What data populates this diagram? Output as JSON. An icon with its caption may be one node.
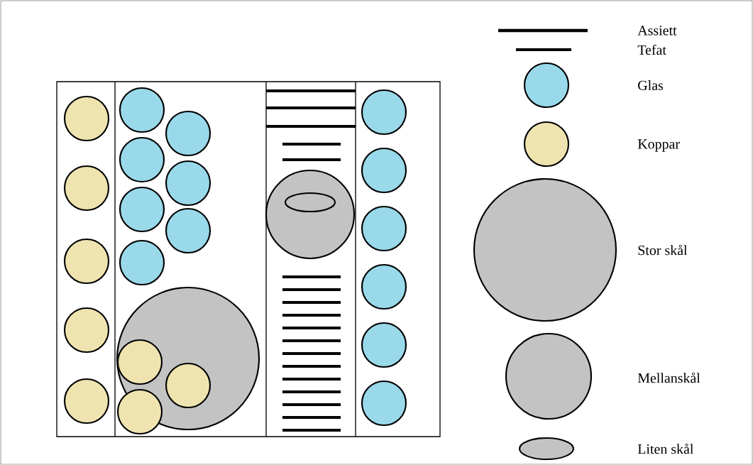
{
  "diagram": {
    "legend": [
      {
        "text": "Assiett"
      },
      {
        "text": "Tefat"
      },
      {
        "text": "Glas"
      },
      {
        "text": "Koppar"
      },
      {
        "text": "Stor skål"
      },
      {
        "text": "Mellanskål"
      },
      {
        "text": "Liten skål"
      }
    ]
  }
}
